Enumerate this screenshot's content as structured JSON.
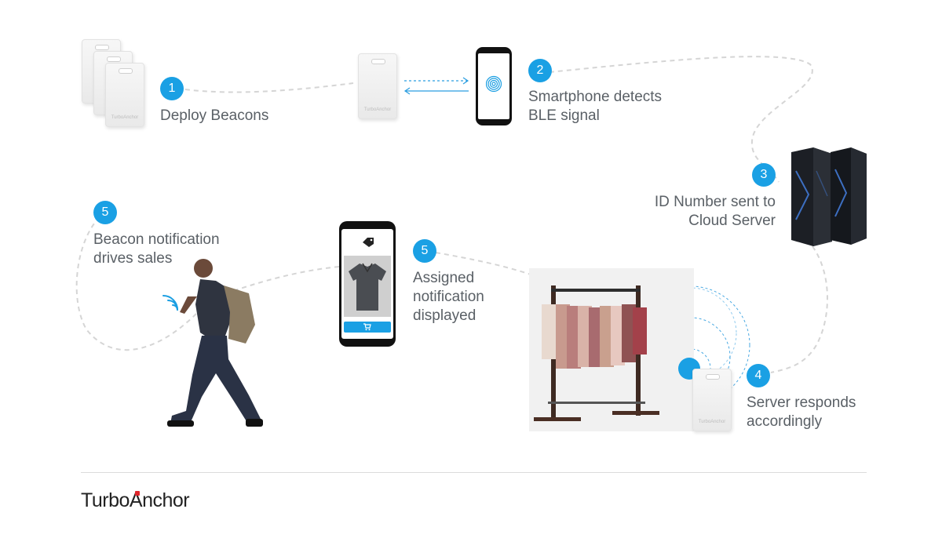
{
  "steps": [
    {
      "num": "1",
      "lines": [
        "Deploy Beacons"
      ]
    },
    {
      "num": "2",
      "lines": [
        "Smartphone detects",
        "BLE signal"
      ]
    },
    {
      "num": "3",
      "lines": [
        "ID Number sent to",
        "Cloud Server"
      ]
    },
    {
      "num": "4",
      "lines": [
        "Server responds",
        "accordingly"
      ]
    },
    {
      "num": "5",
      "lines": [
        "Assigned",
        "notification",
        "displayed"
      ]
    },
    {
      "num": "5",
      "lines": [
        "Beacon notification",
        "drives sales"
      ]
    }
  ],
  "beacon_brand": "TurboAnchor",
  "logo": {
    "part1": "TurboA",
    "part2": "nchor"
  },
  "colors": {
    "accent": "#1aa0e4",
    "logo_red": "#e0262b",
    "text": "#5a6066"
  },
  "icons": [
    "fingerprint-signal-icon",
    "price-tag-icon",
    "cart-icon",
    "wifi-signal-icon"
  ]
}
